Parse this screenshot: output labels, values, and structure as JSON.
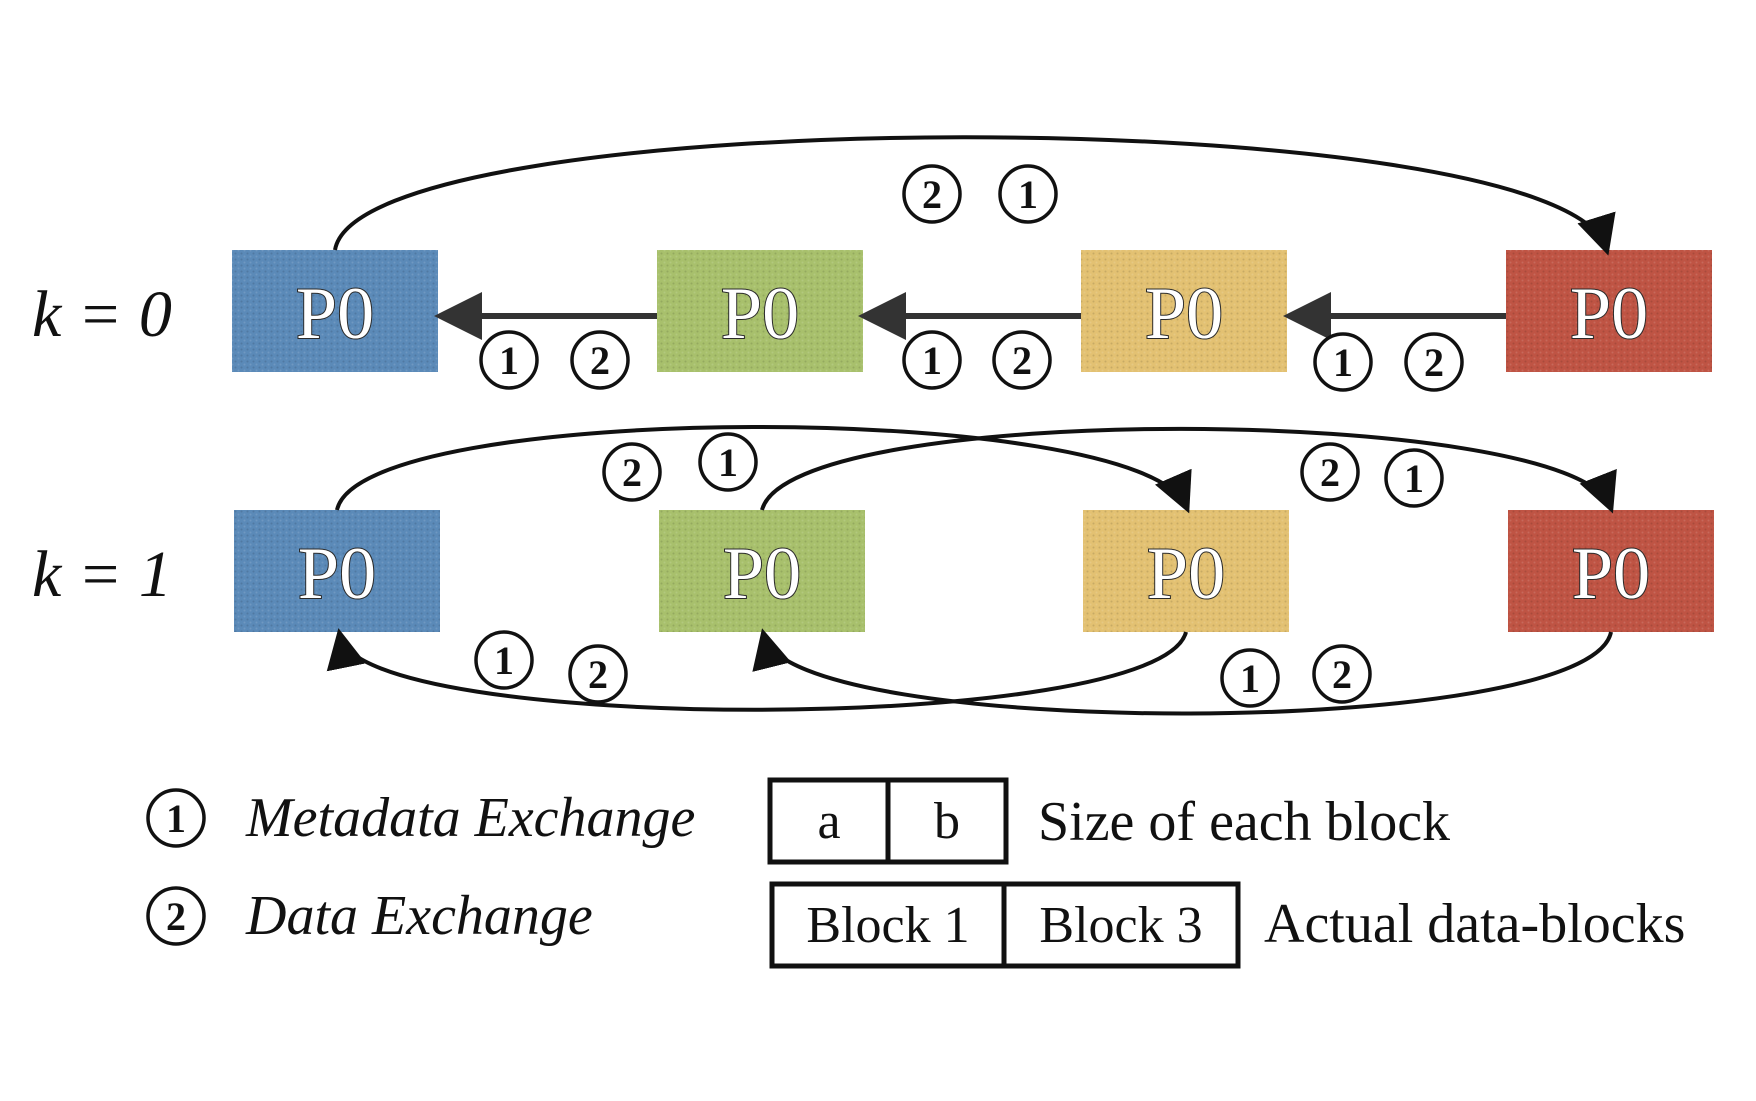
{
  "colors": {
    "blue": "#5b8ab8",
    "green": "#a8c06c",
    "yellow": "#e3c172",
    "red": "#bf5444"
  },
  "rows": [
    {
      "k_label": "k = 0",
      "node_labels": [
        "P0",
        "P0",
        "P0",
        "P0"
      ]
    },
    {
      "k_label": "k = 1",
      "node_labels": [
        "P0",
        "P0",
        "P0",
        "P0"
      ]
    }
  ],
  "step_markers": {
    "one": "1",
    "two": "2"
  },
  "legend": {
    "metadata": {
      "marker": "1",
      "label": "Metadata Exchange"
    },
    "data": {
      "marker": "2",
      "label": "Data Exchange"
    },
    "size_cells": [
      "a",
      "b"
    ],
    "size_label": "Size of each block",
    "block_cells": [
      "Block 1",
      "Block 3"
    ],
    "block_label": "Actual data-blocks"
  }
}
